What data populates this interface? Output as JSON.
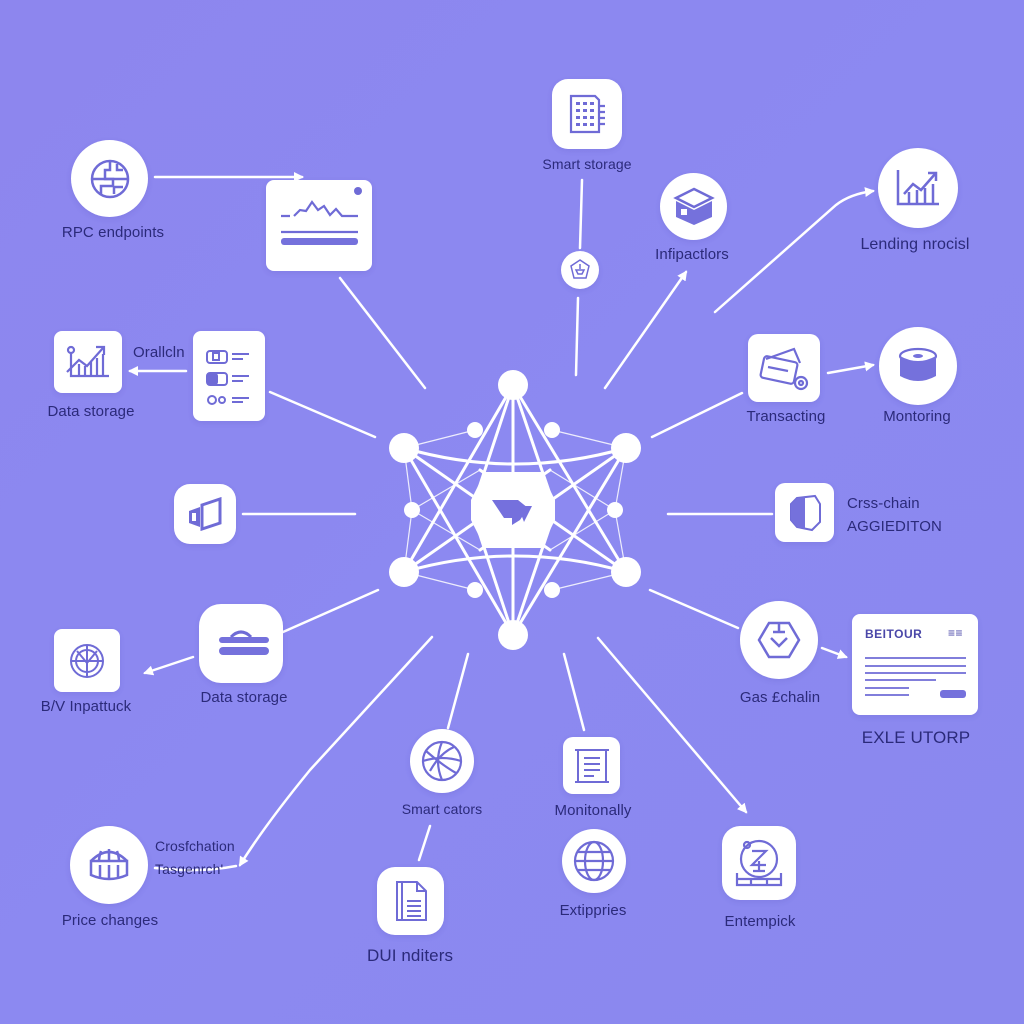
{
  "diagram": {
    "title": "Blockchain network services diagram",
    "background_color": "#8c88ef",
    "icon_color": "#6f6bd6",
    "label_color": "#2b2a7a",
    "center_hub": {
      "icon": "network-hub-icon",
      "glyph": "arrow-chevron"
    },
    "nodes": [
      {
        "id": "rpc",
        "label": "RPC endpoints",
        "icon": "globe-icon",
        "shape": "circle"
      },
      {
        "id": "chart-card",
        "label": "",
        "icon": "line-chart-card-icon",
        "shape": "card"
      },
      {
        "id": "smart-storage",
        "label": "Smart storage",
        "icon": "building-document-icon",
        "shape": "rounded"
      },
      {
        "id": "small-connector",
        "label": "",
        "icon": "anchor-badge-icon",
        "shape": "circle"
      },
      {
        "id": "infractions",
        "label": "Infipactlors",
        "icon": "box-icon",
        "shape": "circle"
      },
      {
        "id": "lending",
        "label": "Lending nrocisl",
        "icon": "growth-chart-icon",
        "shape": "circle"
      },
      {
        "id": "oracle-data",
        "label": "Data storage",
        "icon": "trend-chart-icon",
        "shape": "rounded"
      },
      {
        "id": "oracle-label",
        "label": "Orallcln"
      },
      {
        "id": "list-card",
        "label": "",
        "icon": "list-card-icon",
        "shape": "rounded"
      },
      {
        "id": "transacting",
        "label": "Transacting",
        "icon": "wallet-cards-icon",
        "shape": "rounded"
      },
      {
        "id": "monitoring",
        "label": "Montoring",
        "icon": "database-cylinder-icon",
        "shape": "circle"
      },
      {
        "id": "app-logo",
        "label": "",
        "icon": "app-logo-icon",
        "shape": "rounded"
      },
      {
        "id": "cross-chain",
        "label_line1": "Crss-chain",
        "label_line2": "AGGIEDITON",
        "icon": "shield-icon",
        "shape": "rounded"
      },
      {
        "id": "data-storage-2",
        "label": "Data storage",
        "icon": "stack-layers-icon",
        "shape": "rounded"
      },
      {
        "id": "bv-impact",
        "label": "B/V Inpattuck",
        "icon": "globe-grid-icon",
        "shape": "rounded"
      },
      {
        "id": "gas-chain",
        "label": "Gas £chalin",
        "icon": "hexagon-download-icon",
        "shape": "circle"
      },
      {
        "id": "report-card",
        "label": "EXLE UTORP",
        "card_title": "BEITOUR",
        "card_menu": "≡≡",
        "icon": "document-card-icon",
        "shape": "card"
      },
      {
        "id": "price-changes",
        "label": "Price changes",
        "icon": "dome-building-icon",
        "shape": "circle"
      },
      {
        "id": "crosschain-tasgen",
        "label_line1": "Crosfchation",
        "label_line2": "Tasgenrch'"
      },
      {
        "id": "smart-cators",
        "label": "Smart cators",
        "icon": "globe-orbit-icon",
        "shape": "circle"
      },
      {
        "id": "dui-nditers",
        "label": "DUI nditers",
        "icon": "file-document-icon",
        "shape": "rounded"
      },
      {
        "id": "monitonally",
        "label": "Monitonally",
        "icon": "scroll-list-icon",
        "shape": "rounded"
      },
      {
        "id": "extippries",
        "label": "Extippries",
        "icon": "globe-icon",
        "shape": "circle"
      },
      {
        "id": "entempick",
        "label": "Entempick",
        "icon": "coin-exchange-icon",
        "shape": "rounded"
      }
    ]
  }
}
